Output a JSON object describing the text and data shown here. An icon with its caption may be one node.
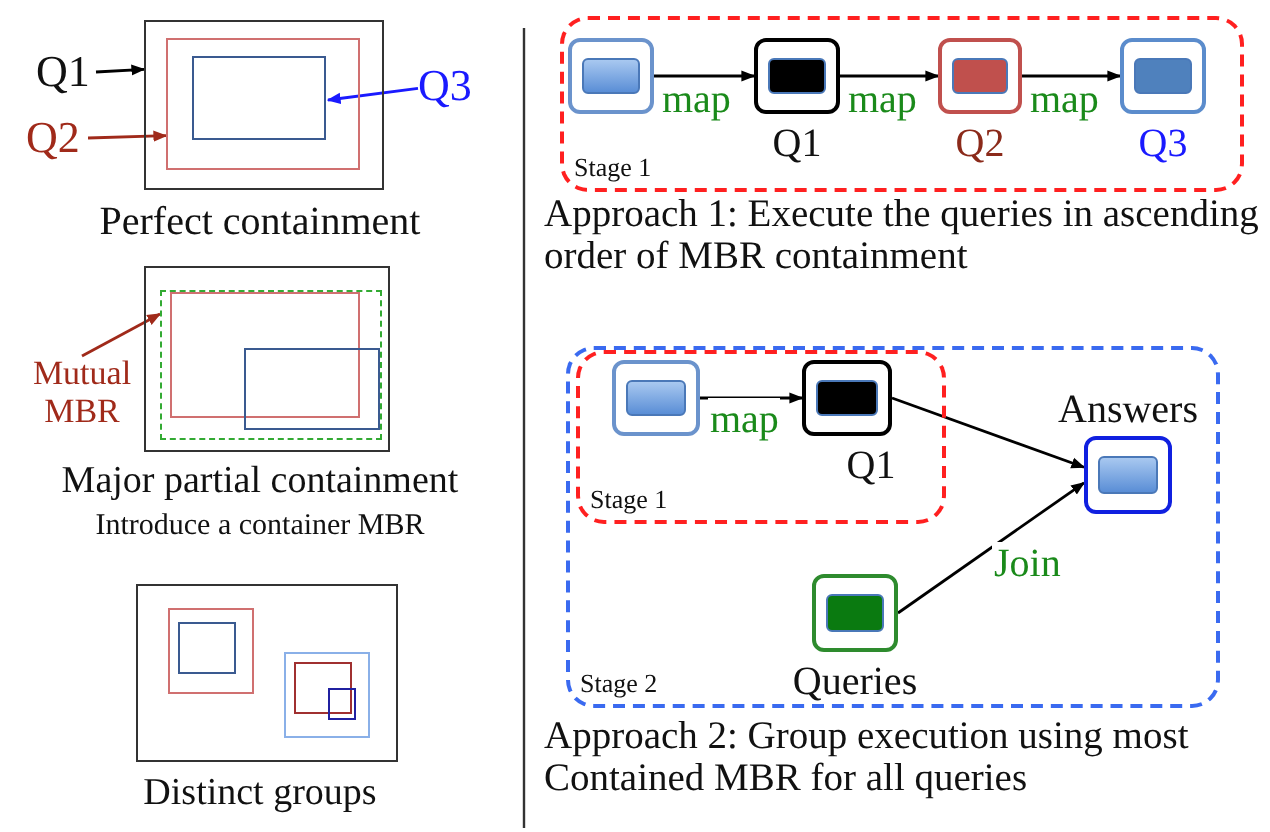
{
  "diagram": {
    "nodes": [
      {
        "text": [],
        "shape": "box"
      },
      {
        "text": [],
        "shape": "box",
        "in": 0
      },
      {
        "text": [],
        "shape": "box",
        "in": 1
      },
      {
        "text": [
          "Q1"
        ]
      },
      {
        "text": [
          "Q2"
        ]
      },
      {
        "text": [
          "Q3"
        ]
      },
      {
        "text": [],
        "shape": "box"
      },
      {
        "text": [],
        "shape": "box",
        "in": 6
      },
      {
        "text": [],
        "shape": "box",
        "in": 7
      },
      {
        "text": [],
        "shape": "box",
        "in": 7
      },
      {
        "text": [
          "Mutual MBR"
        ]
      },
      {
        "text": [],
        "shape": "box"
      },
      {
        "text": [],
        "shape": "box",
        "in": 11
      },
      {
        "text": [],
        "shape": "box",
        "in": 12
      },
      {
        "text": [],
        "shape": "box",
        "in": 11
      },
      {
        "text": [],
        "shape": "box",
        "in": 14
      },
      {
        "text": [],
        "shape": "box",
        "in": 14
      },
      {
        "text": [
          "Stage 1"
        ]
      },
      {
        "text": [],
        "shape": "box",
        "in": 17
      },
      {
        "text": [
          "Q1"
        ],
        "in": 17
      },
      {
        "text": [
          "Q2"
        ],
        "in": 17
      },
      {
        "text": [
          "Q3"
        ],
        "in": 17
      },
      {
        "text": [
          "Stage 2"
        ]
      },
      {
        "text": [
          "Stage 1"
        ],
        "in": 22
      },
      {
        "text": [],
        "shape": "box",
        "in": 23
      },
      {
        "text": [
          "Q1"
        ],
        "in": 23
      },
      {
        "text": [
          "Answers"
        ],
        "in": 22
      },
      {
        "text": [
          "Queries"
        ],
        "in": 22
      }
    ],
    "edges": [
      {
        "from": 3,
        "to": 0,
        "arrow": "to"
      },
      {
        "from": 4,
        "to": 1,
        "arrow": "to",
        "color": "#a02a1a"
      },
      {
        "from": 5,
        "to": 2,
        "arrow": "to",
        "color": "#1a1aff"
      },
      {
        "from": 10,
        "to": 7,
        "arrow": "to",
        "color": "#a02a1a"
      },
      {
        "from": 18,
        "to": 19,
        "arrow": "to",
        "label": "map"
      },
      {
        "from": 19,
        "to": 20,
        "arrow": "to",
        "label": "map"
      },
      {
        "from": 20,
        "to": 21,
        "arrow": "to",
        "label": "map"
      },
      {
        "from": 24,
        "to": 25,
        "arrow": "to",
        "label": "map"
      },
      {
        "from": 25,
        "to": 26,
        "arrow": "to"
      },
      {
        "from": 27,
        "to": 26,
        "arrow": "to",
        "label": "Join"
      }
    ],
    "labels": [
      "Perfect containment",
      "Approach 1: Execute the queries in ascending order of MBR containment",
      "Major partial containment",
      "Introduce a container MBR",
      "Distinct groups",
      "Approach 2: Group execution using most Contained MBR for all queries"
    ]
  }
}
